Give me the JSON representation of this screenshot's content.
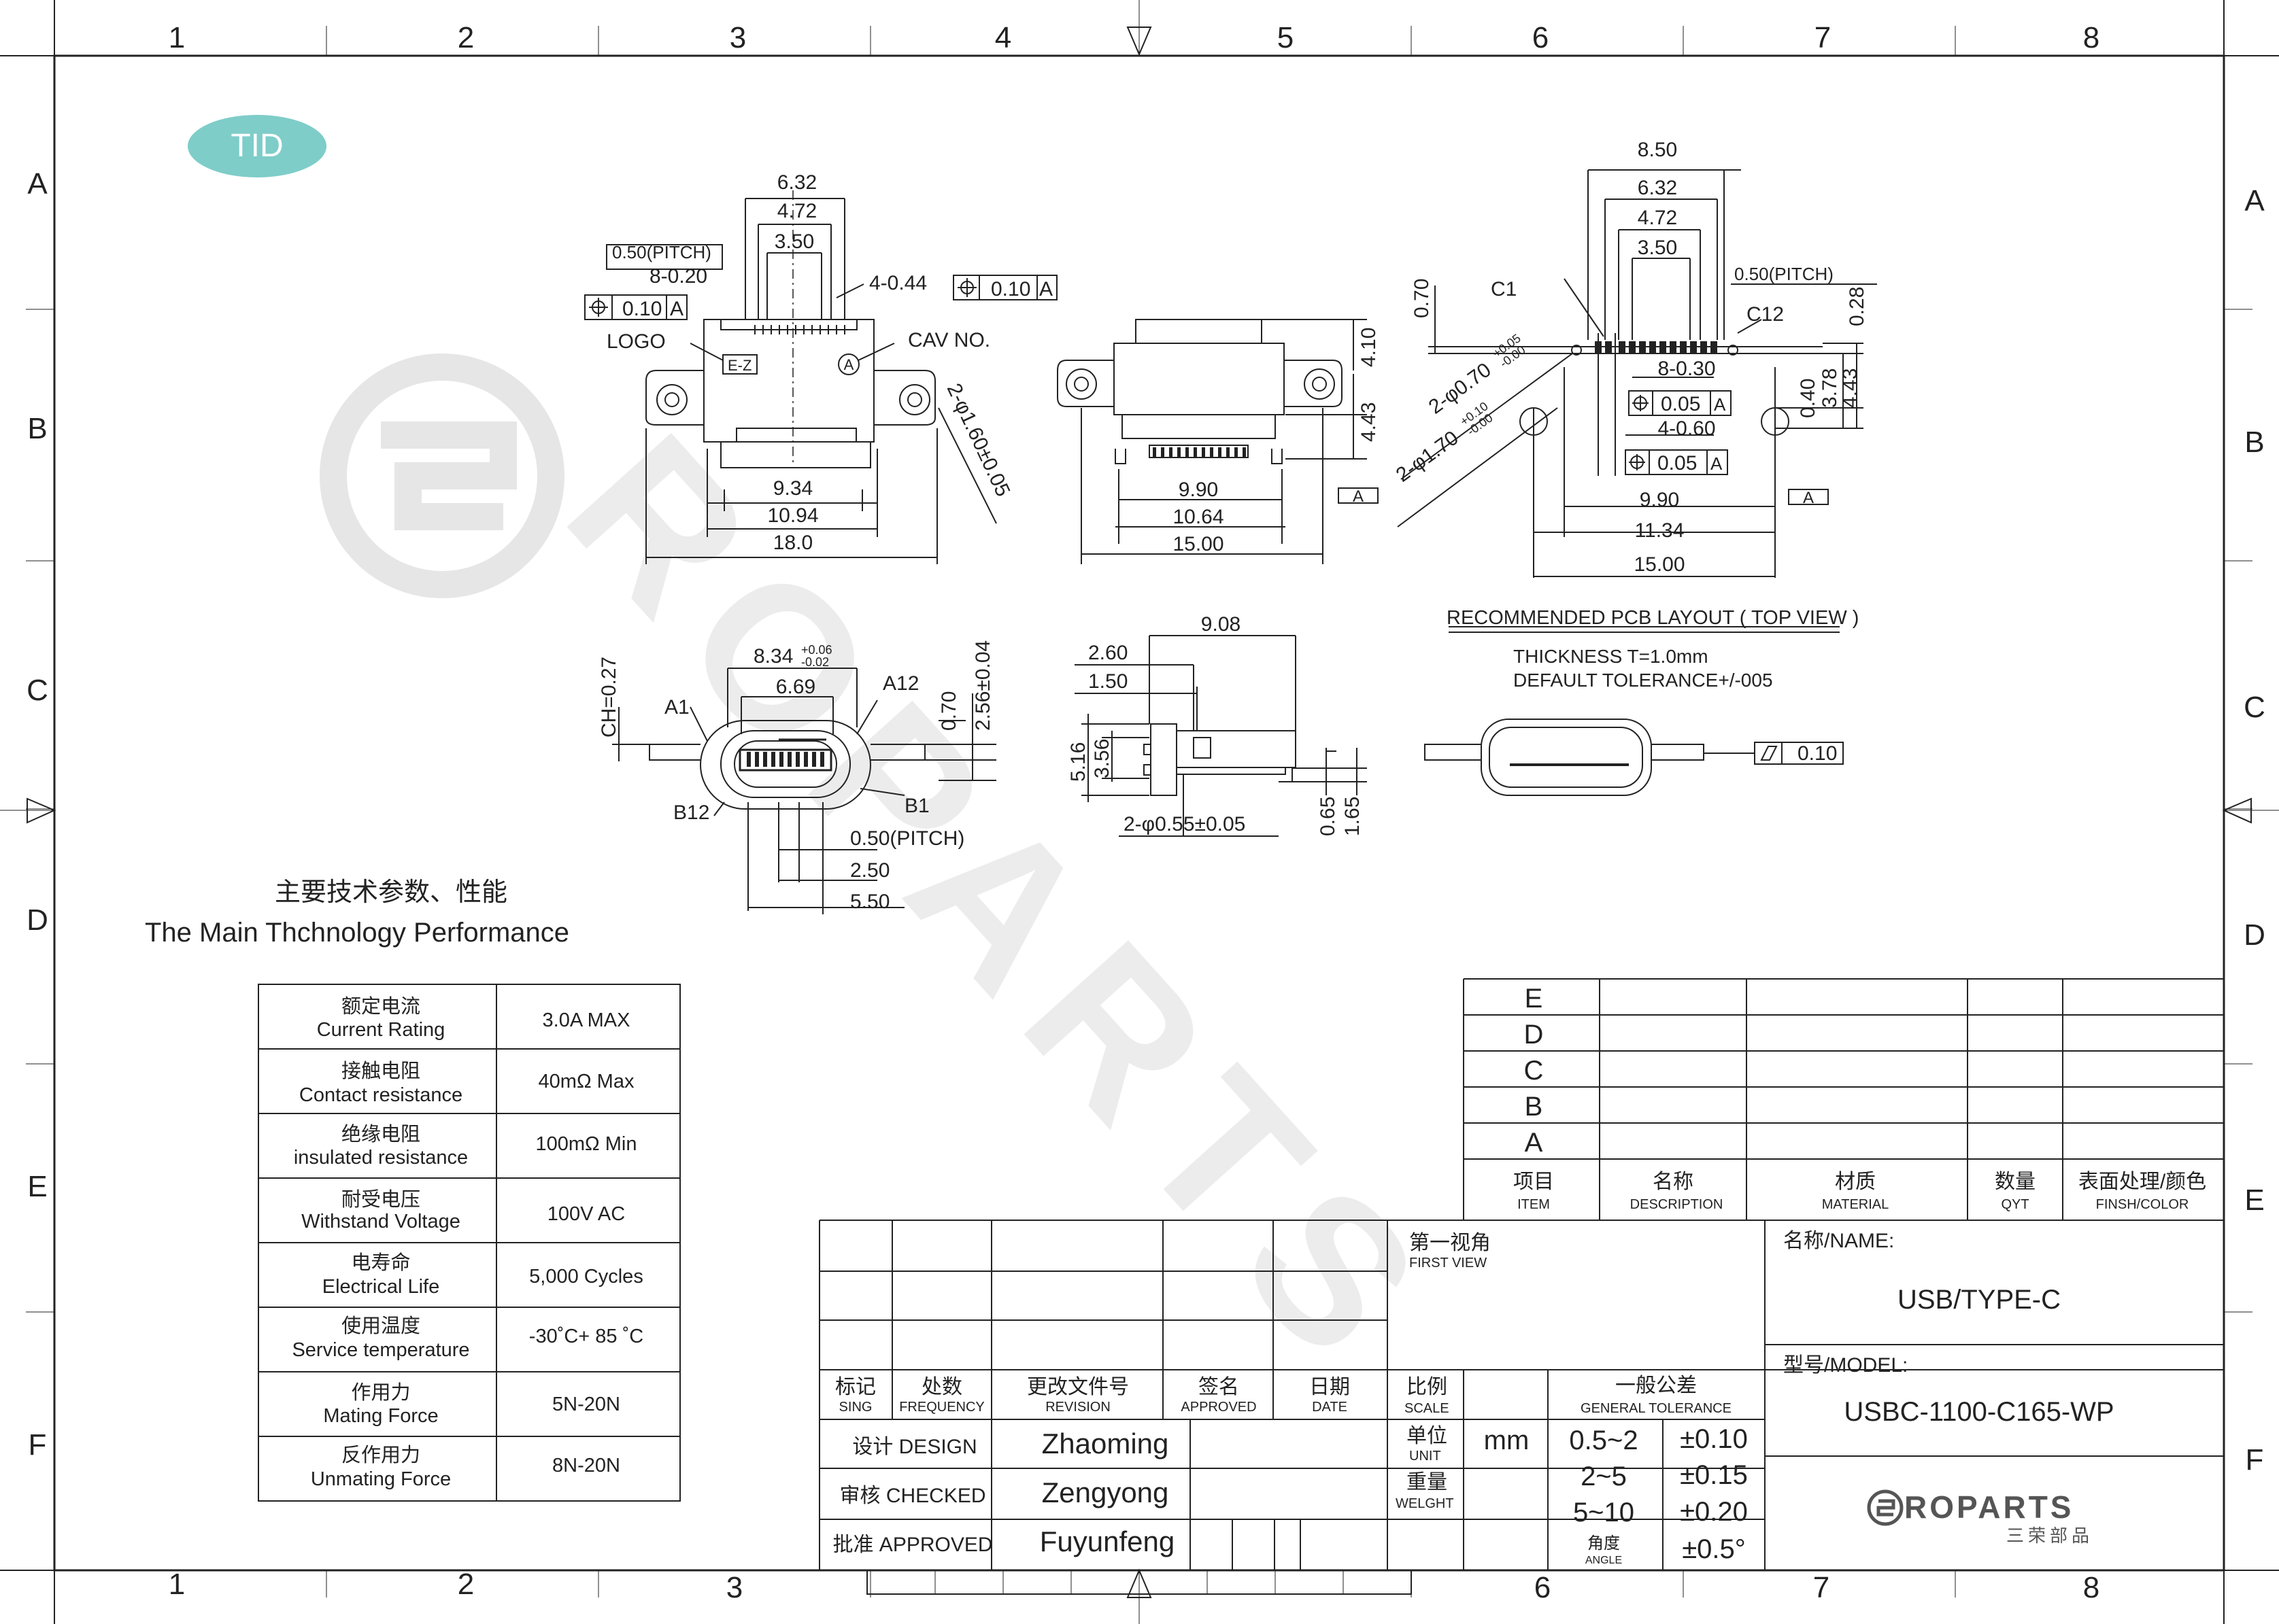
{
  "badge": "TID",
  "grid": {
    "columns": [
      "1",
      "2",
      "3",
      "4",
      "5",
      "6",
      "7",
      "8"
    ],
    "rows": [
      "A",
      "B",
      "C",
      "D",
      "E",
      "F"
    ]
  },
  "top_view": {
    "dims": [
      "6.32",
      "4.72",
      "3.50",
      "0.50(PITCH)",
      "8-0.20",
      "4-0.44",
      "0.10",
      "A",
      "0.10",
      "A",
      "9.34",
      "10.94",
      "18.0",
      "2-φ1.60±0.05"
    ],
    "labels": {
      "logo": "LOGO",
      "logo_mark": "E-Z",
      "cav": "CAV NO.",
      "cav_mark": "A"
    }
  },
  "front_view": {
    "dims": [
      "4.10",
      "4.43",
      "9.90",
      "10.64",
      "15.00",
      "A"
    ]
  },
  "pcb_layout": {
    "dims": [
      "8.50",
      "6.32",
      "4.72",
      "3.50",
      "0.50(PITCH)",
      "0.70",
      "0.28",
      "8-0.30",
      "0.05",
      "A",
      "4-0.60",
      "0.05",
      "A",
      "0.40",
      "3.78",
      "4.43",
      "9.90",
      "11.34",
      "15.00",
      "A"
    ],
    "labels": {
      "c1": "C1",
      "c12": "C12",
      "hole_small": "2-φ0.70",
      "hole_small_tol_up": "+0.05",
      "hole_small_tol_dn": "-0.00",
      "hole_large": "2-φ1.70",
      "hole_large_tol_up": "+0.10",
      "hole_large_tol_dn": "-0.00"
    },
    "title": "RECOMMENDED PCB LAYOUT ( TOP VIEW )",
    "thickness": "THICKNESS  T=1.0mm",
    "tolerance": "DEFAULT   TOLERANCE+/-005"
  },
  "end_view": {
    "dims": [
      "8.34",
      "+0.06",
      "-0.02",
      "6.69",
      "CH=0.27",
      "0.70",
      "2.56±0.04",
      "0.50(PITCH)",
      "2.50",
      "5.50"
    ],
    "labels": {
      "a1": "A1",
      "a12": "A12",
      "b1": "B1",
      "b12": "B12"
    }
  },
  "side_view": {
    "dims": [
      "9.08",
      "2.60",
      "1.50",
      "5.16",
      "3.56",
      "2-φ0.55±0.05",
      "0.65",
      "1.65"
    ]
  },
  "bottom_view": {
    "dims": [
      "0.10"
    ]
  },
  "performance": {
    "title_cn": "主要技术参数、性能",
    "title_en": "The Main Thchnology Performance",
    "rows": [
      {
        "cn": "额定电流",
        "en": "Current Rating",
        "value": "3.0A MAX"
      },
      {
        "cn": "接触电阻",
        "en": "Contact resistance",
        "value": "40mΩ Max"
      },
      {
        "cn": "绝缘电阻",
        "en": "insulated resistance",
        "value": "100mΩ Min"
      },
      {
        "cn": "耐受电压",
        "en": "Withstand Voltage",
        "value": "100V AC"
      },
      {
        "cn": "电寿命",
        "en": "Electrical Life",
        "value": "5,000 Cycles"
      },
      {
        "cn": "使用温度",
        "en": "Service temperature",
        "value": "-30˚C+ 85 ˚C"
      },
      {
        "cn": "作用力",
        "en": "Mating Force",
        "value": "5N-20N"
      },
      {
        "cn": "反作用力",
        "en": "Unmating Force",
        "value": "8N-20N"
      }
    ]
  },
  "bom": {
    "row_labels": [
      "E",
      "D",
      "C",
      "B",
      "A"
    ],
    "headers": [
      {
        "cn": "项目",
        "en": "ITEM"
      },
      {
        "cn": "名称",
        "en": "DESCRIPTION"
      },
      {
        "cn": "材质",
        "en": "MATERIAL"
      },
      {
        "cn": "数量",
        "en": "QYT"
      },
      {
        "cn": "表面处理/颜色",
        "en": "FINSH/COLOR"
      }
    ]
  },
  "title_block": {
    "revision_headers": [
      {
        "cn": "标记",
        "en": "SING"
      },
      {
        "cn": "处数",
        "en": "FREQUENCY"
      },
      {
        "cn": "更改文件号",
        "en": "REVISION"
      },
      {
        "cn": "签名",
        "en": "APPROVED"
      },
      {
        "cn": "日期",
        "en": "DATE"
      }
    ],
    "sign_rows": [
      {
        "label": "设计 DESIGN",
        "name": "Zhaoming"
      },
      {
        "label": "审核 CHECKED",
        "name": "Zengyong"
      },
      {
        "label": "批准 APPROVED",
        "name": "Fuyunfeng"
      }
    ],
    "first_view_cn": "第一视角",
    "first_view_en": "FIRST VIEW",
    "scale_cn": "比例",
    "scale_en": "SCALE",
    "unit_cn": "单位",
    "unit_en": "UNIT",
    "unit_value": "mm",
    "weight_cn": "重量",
    "weight_en": "WELGHT",
    "tolerance_cn": "一般公差",
    "tolerance_en": "GENERAL TOLERANCE",
    "tolerances": [
      {
        "range": "0.5~2",
        "tol": "±0.10"
      },
      {
        "range": "2~5",
        "tol": "±0.15"
      },
      {
        "range": "5~10",
        "tol": "±0.20"
      }
    ],
    "angle_cn": "角度",
    "angle_en": "ANGLE",
    "angle_tol": "±0.5°",
    "name_label": "名称/NAME:",
    "name_value": "USB/TYPE-C",
    "model_label": "型号/MODEL:",
    "model_value": "USBC-1100-C165-WP",
    "logo_text": "ROPARTS",
    "logo_sub": "三荣部品"
  },
  "watermark": "ROPARTS",
  "colors": {
    "badge": "#7ecdc9",
    "line": "#222222",
    "watermark": "#e4e4e4"
  }
}
